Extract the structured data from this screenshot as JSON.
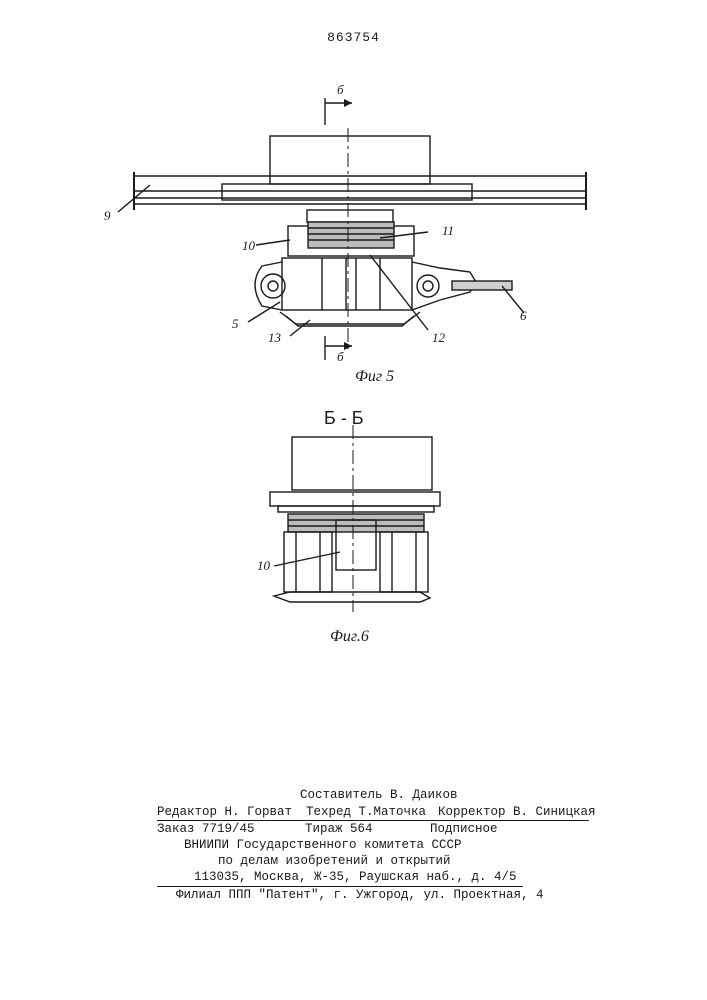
{
  "header": {
    "patent_number": "863754"
  },
  "figure5": {
    "caption": "Фиг 5",
    "section_mark": "б",
    "labels": {
      "l9": "9",
      "l10": "10",
      "l11": "11",
      "l5": "5",
      "l13": "13",
      "l12": "12",
      "l6": "6"
    }
  },
  "figure6": {
    "caption": "Фиг.6",
    "section_title": "Б - Б",
    "labels": {
      "l10": "10"
    }
  },
  "colophon": {
    "compiler": "Составитель В. Даиков",
    "editor": "Редактор Н. Горват",
    "techred": "Техред Т.Маточка",
    "corrector": "Корректор В. Синицкая",
    "order": "Заказ 7719/45",
    "circulation": "Тираж 564",
    "subscription": "Подписное",
    "org1": "ВНИИПИ Государственного комитета СССР",
    "org2": "по делам изобретений и открытий",
    "address": "113035, Москва, Ж-35, Раушская наб., д. 4/5",
    "branch": "Филиал ППП \"Патент\", г. Ужгород, ул. Проектная, 4"
  }
}
